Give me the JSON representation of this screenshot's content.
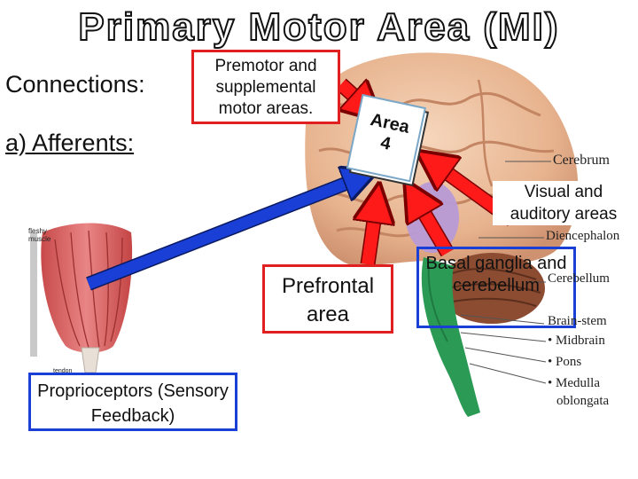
{
  "title": "Primary Motor Area (MI)",
  "heading_connections": "Connections:",
  "heading_afferents": "a) Afferents:",
  "boxes": {
    "premotor": "Premotor and supplemental motor areas.",
    "area4_line1": "Area",
    "area4_line2": "4",
    "visual": "Visual and auditory areas",
    "prefrontal": "Prefrontal area",
    "basal": "Basal ganglia and cerebellum",
    "proprioceptors": "Proprioceptors (Sensory Feedback)"
  },
  "brain_labels": {
    "cerebrum": "Cerebrum",
    "diencephalon": "Diencephalon",
    "cerebellum": "Cerebellum",
    "brainstem": "Brain-stem",
    "midbrain": "• Midbrain",
    "pons": "• Pons",
    "medulla_line1": "• Medulla",
    "medulla_line2": "oblongata"
  },
  "muscle_labels": {
    "fleshy_line1": "fleshy",
    "fleshy_line2": "muscle",
    "tendon": "tendon"
  },
  "colors": {
    "red_arrow": "#ff1a1a",
    "blue_arrow": "#1a3fd6",
    "red_box": "#e02020",
    "blue_box": "#1a3fd6"
  }
}
